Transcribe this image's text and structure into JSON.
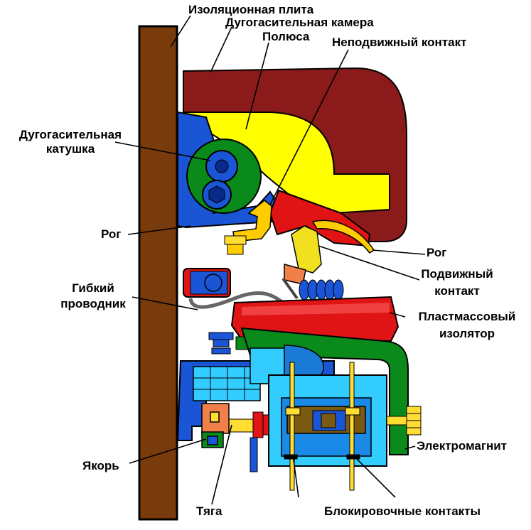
{
  "labels": {
    "insulating_plate": "Изоляционная плита",
    "arc_chamber": "Дугогасительная камера",
    "poles": "Полюса",
    "fixed_contact": "Неподвижный контакт",
    "arc_coil_1": "Дугогасительная",
    "arc_coil_2": "катушка",
    "horn_left": "Рог",
    "horn_right": "Рог",
    "moving_contact_1": "Подвижный",
    "moving_contact_2": "контакт",
    "flex_conductor_1": "Гибкий",
    "flex_conductor_2": "проводник",
    "plastic_insulator_1": "Пластмассовый",
    "plastic_insulator_2": "изолятор",
    "electromagnet": "Электромагнит",
    "armature": "Якорь",
    "rod": "Тяга",
    "block_contacts": "Блокировочные контакты"
  },
  "colors": {
    "plate": "#7a3b0c",
    "chamber": "#8b1a1a",
    "poles": "#ffff00",
    "coil_green": "#0a8a1a",
    "blue": "#1a55d6",
    "red": "#e01414",
    "cyan": "#33ccff",
    "orange": "#f07f4a",
    "olive": "#7a5a10"
  }
}
